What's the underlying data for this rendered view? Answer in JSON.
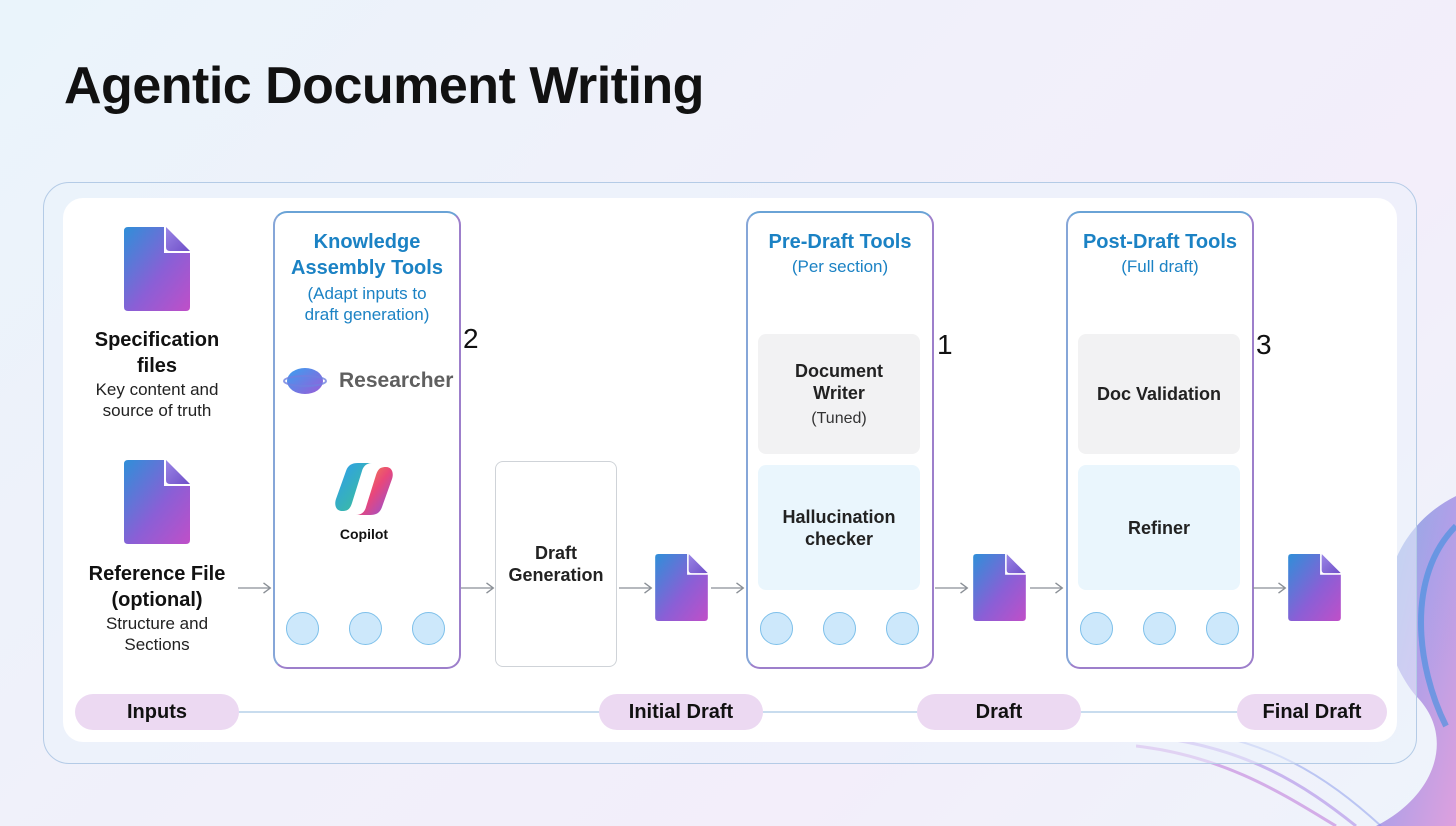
{
  "title": "Agentic Document Writing",
  "inputs": [
    {
      "title": "Specification files",
      "subtitle": "Key content and source of truth",
      "icon": "document-icon"
    },
    {
      "title": "Reference File (optional)",
      "subtitle": "Structure and Sections",
      "icon": "document-icon"
    }
  ],
  "knowledge_tools": {
    "title": "Knowledge Assembly Tools",
    "subtitle": "(Adapt inputs to draft generation)",
    "step": "2",
    "researcher_label": "Researcher",
    "copilot_label": "Copilot"
  },
  "draft_generation": {
    "label": "Draft\nGeneration"
  },
  "pre_draft_tools": {
    "title": "Pre-Draft Tools",
    "subtitle": "(Per section)",
    "step": "1",
    "cards": [
      {
        "title": "Document Writer",
        "subtitle": "(Tuned)"
      },
      {
        "title": "Hallucination checker",
        "subtitle": ""
      }
    ]
  },
  "post_draft_tools": {
    "title": "Post-Draft Tools",
    "subtitle": "(Full draft)",
    "step": "3",
    "cards": [
      {
        "title": "Doc Validation",
        "subtitle": ""
      },
      {
        "title": "Refiner",
        "subtitle": ""
      }
    ]
  },
  "stages": [
    "Inputs",
    "Initial Draft",
    "Draft",
    "Final Draft"
  ],
  "colors": {
    "accent_blue": "#1b82c4",
    "doc_top": "#2f8fd8",
    "doc_bottom": "#c04fc8",
    "pill": "#ecd9f2",
    "dot": "#cde8fb"
  }
}
